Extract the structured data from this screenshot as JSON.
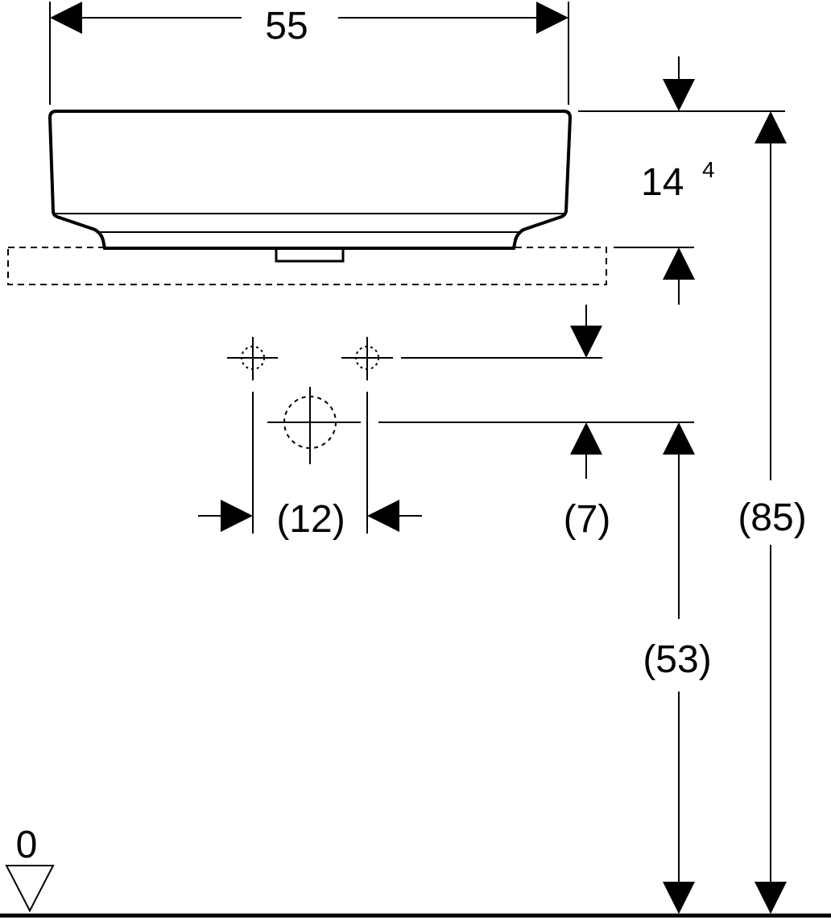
{
  "drawing": {
    "line_color": "#000000",
    "background": "#ffffff",
    "dimensions": {
      "width_top": "55",
      "basin_height_main": "14",
      "basin_height_sup": "4",
      "tap_spacing": "(12)",
      "outlet_offset": "(7)",
      "outlet_height": "(53)",
      "total_height": "(85)",
      "floor_level": "0"
    },
    "symbols": {
      "floor_marker": "triangle-down-icon",
      "tap_marker": "crosshair-icon",
      "waste_marker": "crosshair-circle-icon"
    }
  }
}
